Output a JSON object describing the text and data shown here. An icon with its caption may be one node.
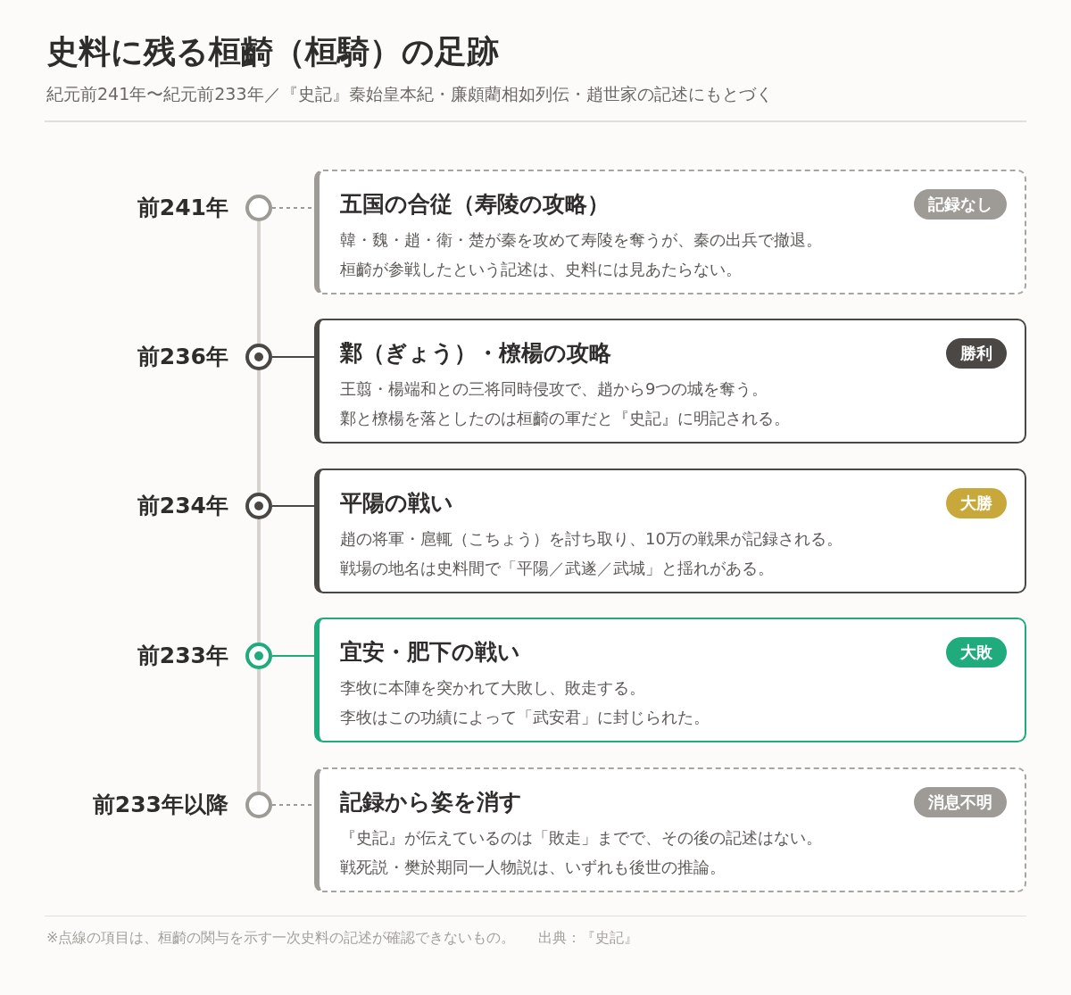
{
  "diagram": {
    "title": "史料に残る桓齮（桓騎）の足跡",
    "nodes": [
      {
        "text": [],
        "shape": "circle",
        "beside": [
          "前241年"
        ]
      },
      {
        "text": [
          "五国の合従（寿陵の攻略）",
          "韓・魏・趙・衛・楚が秦を攻めて寿陵を奪うが、秦の出兵で撤退。",
          "桓齮が参戦したという記述は、史料には見あたらない。"
        ]
      },
      {
        "text": [
          "記録なし"
        ],
        "in": 1
      },
      {
        "text": [],
        "shape": "circle",
        "beside": [
          "前236年"
        ]
      },
      {
        "text": [
          "鄴（ぎょう）・橑楊の攻略",
          "王翦・楊端和との三将同時侵攻で、趙から9つの城を奪う。",
          "鄴と橑楊を落としたのは桓齮の軍だと『史記』に明記される。"
        ]
      },
      {
        "text": [
          "勝利"
        ],
        "in": 4
      },
      {
        "text": [],
        "shape": "circle",
        "beside": [
          "前234年"
        ]
      },
      {
        "text": [
          "平陽の戦い",
          "趙の将軍・扈輒（こちょう）を討ち取り、10万の戦果が記録される。",
          "戦場の地名は史料間で「平陽／武遂／武城」と揺れがある。"
        ]
      },
      {
        "text": [
          "大勝"
        ],
        "in": 7
      },
      {
        "text": [],
        "shape": "circle",
        "beside": [
          "前233年"
        ]
      },
      {
        "text": [
          "宜安・肥下の戦い",
          "李牧に本陣を突かれて大敗し、敗走する。",
          "李牧はこの功績によって「武安君」に封じられた。"
        ]
      },
      {
        "text": [
          "大敗"
        ],
        "in": 10
      },
      {
        "text": [],
        "shape": "circle",
        "beside": [
          "前233年以降"
        ]
      },
      {
        "text": [
          "記録から姿を消す",
          "『史記』が伝えているのは「敗走」までで、その後の記述はない。",
          "戦死説・樊於期同一人物説は、いずれも後世の推論。"
        ]
      },
      {
        "text": [
          "消息不明"
        ],
        "in": 13
      }
    ],
    "edges": [
      {
        "from": 0,
        "to": 1,
        "arrow": "none",
        "style": "dashed",
        "color": "#9e9a96"
      },
      {
        "from": 3,
        "to": 4,
        "arrow": "none",
        "color": "#4a4744"
      },
      {
        "from": 6,
        "to": 7,
        "arrow": "none",
        "color": "#4a4744"
      },
      {
        "from": 9,
        "to": 10,
        "arrow": "none",
        "color": "#1fab7c"
      },
      {
        "from": 12,
        "to": 13,
        "arrow": "none",
        "style": "dashed",
        "color": "#9e9a96"
      },
      {
        "from": 0,
        "to": 3,
        "arrow": "none",
        "style": "thick",
        "color": "#d6d2ce"
      },
      {
        "from": 3,
        "to": 6,
        "arrow": "none",
        "style": "thick",
        "color": "#d6d2ce"
      },
      {
        "from": 6,
        "to": 9,
        "arrow": "none",
        "style": "thick",
        "color": "#d6d2ce"
      },
      {
        "from": 9,
        "to": 12,
        "arrow": "none",
        "style": "thick",
        "color": "#d6d2ce"
      }
    ],
    "labels": [
      "紀元前241年〜紀元前233年／『史記』秦始皇本紀・廉頗藺相如列伝・趙世家の記述にもとづく",
      "※点線の項目は、桓齮の関与を示す一次史料の記述が確認できないもの。",
      "出典：『史記』"
    ]
  }
}
